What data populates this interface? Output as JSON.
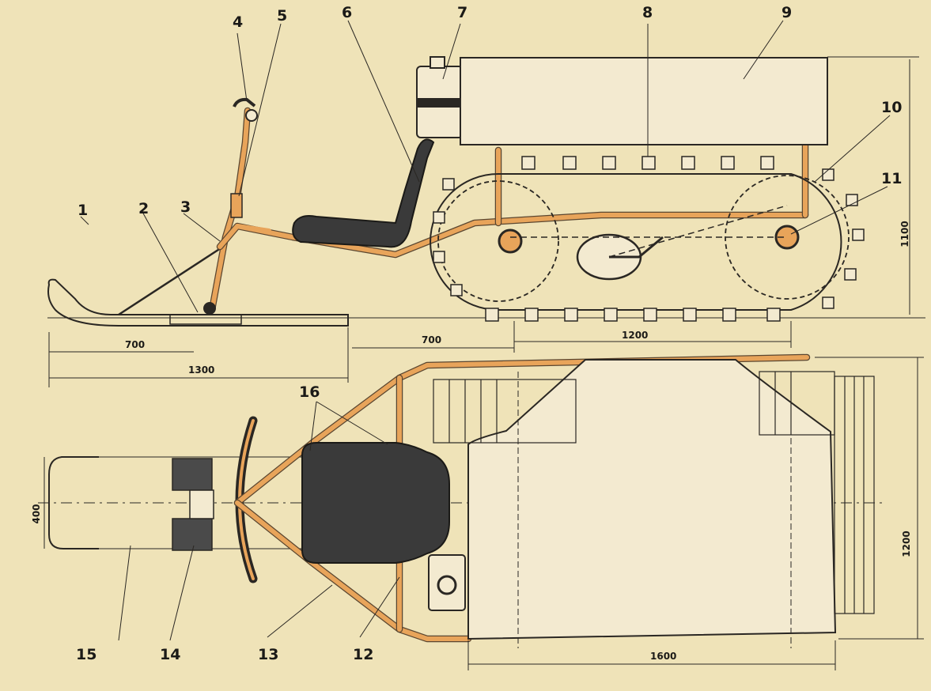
{
  "callouts": {
    "c1": "1",
    "c2": "2",
    "c3": "3",
    "c4": "4",
    "c5": "5",
    "c6": "6",
    "c7": "7",
    "c8": "8",
    "c9": "9",
    "c10": "10",
    "c11": "11",
    "c12": "12",
    "c13": "13",
    "c14": "14",
    "c15": "15",
    "c16": "16"
  },
  "dimensions": {
    "ski_700": "700",
    "base_1300": "1300",
    "mid_700": "700",
    "track_1200": "1200",
    "height_1100": "1100",
    "ski_width_400": "400",
    "width_1200": "1200",
    "box_length_1600": "1600"
  },
  "colors": {
    "paper": "#efe3b8",
    "frame_orange": "#e8a45a",
    "ink": "#2a2723",
    "seat": "#3a3a3a"
  }
}
